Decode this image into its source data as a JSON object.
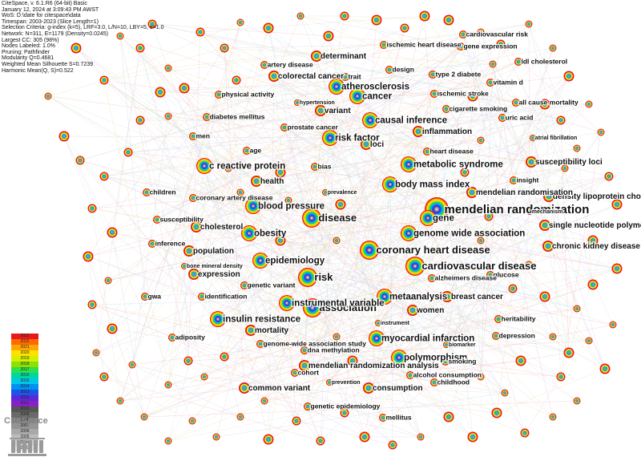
{
  "header": {
    "lines": [
      "CiteSpace, v. 6.1.R6 (64-bit) Basic",
      "January 12, 2024 at 3:09:43 PM AWST",
      "WoS: D:\\date for citespace\\data",
      "Timespan: 2003-2023 (Slice Length=1)",
      "Selection Criteria: g-index (k=5), LRF=3.0, L/N=10, LBY=5, e=1.0",
      "Network: N=311, E=1179 (Density=0.0245)",
      "Largest CC: 305 (98%)",
      "Nodes Labeled: 1.0%",
      "Pruning: Pathfinder",
      "Modularity Q=0.4681",
      "Weighted Mean Silhouette S=0.7239",
      "Harmonic Mean(Q, S)=0.522"
    ]
  },
  "legend": {
    "colors": [
      "#e6191b",
      "#ff6a00",
      "#ffa500",
      "#ffe100",
      "#d4f000",
      "#8ee000",
      "#2ee04a",
      "#00d7a0",
      "#00c8e6",
      "#0092f0",
      "#1e54e8",
      "#5a2ad8",
      "#8a20c8",
      "#555555",
      "#6a6a6a",
      "#7f7f7f",
      "#949494",
      "#a9a9a9",
      "#bcbcbc",
      "#cfcfcf",
      "#e0e0e0"
    ],
    "years": [
      "2023",
      "2022",
      "2021",
      "2020",
      "2019",
      "2018",
      "2017",
      "2016",
      "2015",
      "2014",
      "2013",
      "2012",
      "2011",
      "2010",
      "2009",
      "2008",
      "2007",
      "2006",
      "2005",
      "2004",
      "2003"
    ]
  },
  "logo_text": "CiteSpace",
  "keywords": [
    {
      "label": "mendelian randomization",
      "size": "xl"
    },
    {
      "label": "cardiovascular disease",
      "size": "l"
    },
    {
      "label": "coronary heart disease",
      "size": "l"
    },
    {
      "label": "association",
      "size": "l"
    },
    {
      "label": "disease",
      "size": "l"
    },
    {
      "label": "risk",
      "size": "l"
    },
    {
      "label": "metabolic syndrome",
      "size": "m"
    },
    {
      "label": "body mass index",
      "size": "m"
    },
    {
      "label": "genome wide association",
      "size": "m"
    },
    {
      "label": "gene",
      "size": "m"
    },
    {
      "label": "c reactive protein",
      "size": "m"
    },
    {
      "label": "blood pressure",
      "size": "m"
    },
    {
      "label": "obesity",
      "size": "m"
    },
    {
      "label": "epidemiology",
      "size": "m"
    },
    {
      "label": "instrumental variable",
      "size": "m"
    },
    {
      "label": "metaanalysis",
      "size": "m"
    },
    {
      "label": "myocardial infarction",
      "size": "m"
    },
    {
      "label": "polymorphism",
      "size": "m"
    },
    {
      "label": "causal inference",
      "size": "m"
    },
    {
      "label": "risk factor",
      "size": "m"
    },
    {
      "label": "cancer",
      "size": "m"
    },
    {
      "label": "atherosclerosis",
      "size": "m"
    },
    {
      "label": "insulin resistance",
      "size": "m"
    },
    {
      "label": "mendelian randomization analysis",
      "size": "s"
    },
    {
      "label": "common variant",
      "size": "s"
    },
    {
      "label": "consumption",
      "size": "s"
    },
    {
      "label": "population",
      "size": "s"
    },
    {
      "label": "expression",
      "size": "s"
    },
    {
      "label": "cholesterol",
      "size": "s"
    },
    {
      "label": "mortality",
      "size": "s"
    },
    {
      "label": "inflammation",
      "size": "s"
    },
    {
      "label": "health",
      "size": "s"
    },
    {
      "label": "loci",
      "size": "s"
    },
    {
      "label": "variant",
      "size": "s"
    },
    {
      "label": "colorectal cancer",
      "size": "s"
    },
    {
      "label": "determinant",
      "size": "s"
    },
    {
      "label": "women",
      "size": "s"
    },
    {
      "label": "breast cancer",
      "size": "s"
    },
    {
      "label": "susceptibility loci",
      "size": "s"
    },
    {
      "label": "density lipoprotein cholesterol",
      "size": "s"
    },
    {
      "label": "single nucleotide polymorphism",
      "size": "s"
    },
    {
      "label": "chronic kidney disease",
      "size": "s"
    },
    {
      "label": "mendelian randomisation",
      "size": "s"
    },
    {
      "label": "genetic epidemiology",
      "size": "xs"
    },
    {
      "label": "alcohol consumption",
      "size": "xs"
    },
    {
      "label": "smoking",
      "size": "xs"
    },
    {
      "label": "depression",
      "size": "xs"
    },
    {
      "label": "heritability",
      "size": "xs"
    },
    {
      "label": "glucose",
      "size": "xs"
    },
    {
      "label": "alzheimers disease",
      "size": "xs"
    },
    {
      "label": "childhood",
      "size": "xs"
    },
    {
      "label": "cohort",
      "size": "xs"
    },
    {
      "label": "mellitus",
      "size": "xs"
    },
    {
      "label": "dna methylation",
      "size": "xs"
    },
    {
      "label": "genome-wide association study",
      "size": "xs"
    },
    {
      "label": "adiposity",
      "size": "xs"
    },
    {
      "label": "identification",
      "size": "xs"
    },
    {
      "label": "genetic variant",
      "size": "xs"
    },
    {
      "label": "gwa",
      "size": "xs"
    },
    {
      "label": "bone mineral density",
      "size": "xxs"
    },
    {
      "label": "inference",
      "size": "xs"
    },
    {
      "label": "susceptibility",
      "size": "xs"
    },
    {
      "label": "coronary artery disease",
      "size": "xs"
    },
    {
      "label": "children",
      "size": "xs"
    },
    {
      "label": "men",
      "size": "xs"
    },
    {
      "label": "age",
      "size": "xs"
    },
    {
      "label": "bias",
      "size": "xs"
    },
    {
      "label": "prevalence",
      "size": "xxs"
    },
    {
      "label": "diabetes mellitus",
      "size": "xs"
    },
    {
      "label": "prostate cancer",
      "size": "xs"
    },
    {
      "label": "physical activity",
      "size": "xs"
    },
    {
      "label": "hypertension",
      "size": "xxs"
    },
    {
      "label": "artery disease",
      "size": "xs"
    },
    {
      "label": "trait",
      "size": "xs"
    },
    {
      "label": "design",
      "size": "xs"
    },
    {
      "label": "type 2 diabete",
      "size": "xs"
    },
    {
      "label": "ischemic stroke",
      "size": "xs"
    },
    {
      "label": "cigarette smoking",
      "size": "xs"
    },
    {
      "label": "heart disease",
      "size": "xs"
    },
    {
      "label": "vitamin d",
      "size": "xs"
    },
    {
      "label": "all cause mortality",
      "size": "xs"
    },
    {
      "label": "uric acid",
      "size": "xs"
    },
    {
      "label": "atrial fibrillation",
      "size": "xxs"
    },
    {
      "label": "insight",
      "size": "xs"
    },
    {
      "label": "mechanism",
      "size": "xxs"
    },
    {
      "label": "ldl cholesterol",
      "size": "xs"
    },
    {
      "label": "gene expression",
      "size": "xs"
    },
    {
      "label": "cardiovascular risk",
      "size": "xs"
    },
    {
      "label": "ischemic heart disease",
      "size": "xs"
    },
    {
      "label": "instrument",
      "size": "xxs"
    },
    {
      "label": "biomarker",
      "size": "xxs"
    },
    {
      "label": "prevention",
      "size": "xxs"
    }
  ]
}
